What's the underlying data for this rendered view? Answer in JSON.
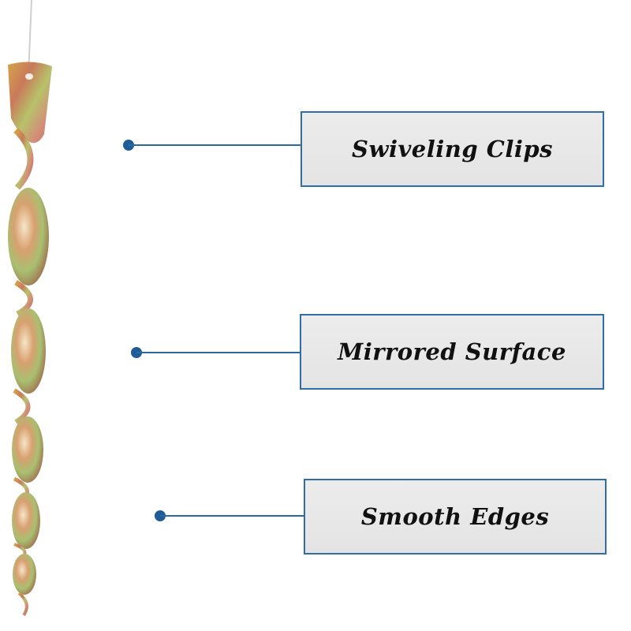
{
  "colors": {
    "connector": "#2a68a3",
    "dot": "#1f5b96",
    "box_border": "#2f6ea8",
    "box_fill": "#e8e8e8",
    "text": "#111111"
  },
  "product_image": {
    "icon": "iridescent-spiral-reflector-icon"
  },
  "features": [
    {
      "label": "Swiveling Clips"
    },
    {
      "label": "Mirrored Surface"
    },
    {
      "label": "Smooth Edges"
    }
  ]
}
